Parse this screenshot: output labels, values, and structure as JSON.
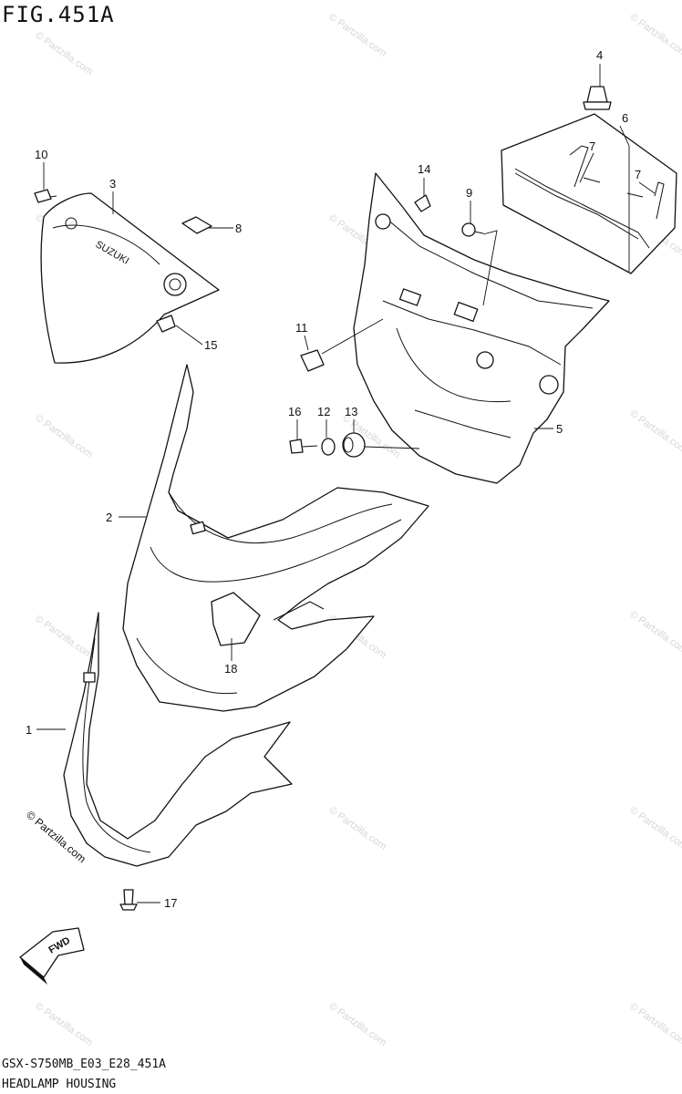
{
  "figure_title": "FIG.451A",
  "footer": {
    "model_code": "GSX-S750MB_E03_E28_451A",
    "section_name": "HEADLAMP HOUSING"
  },
  "watermark_text": "© Partzilla.com",
  "copyright_text": "© Partzilla.com",
  "fwd_text": "FWD",
  "brand_text": "SUZUKI",
  "parts": [
    {
      "number": "1"
    },
    {
      "number": "2"
    },
    {
      "number": "3"
    },
    {
      "number": "4"
    },
    {
      "number": "5"
    },
    {
      "number": "6"
    },
    {
      "number": "7"
    },
    {
      "number": "7"
    },
    {
      "number": "8"
    },
    {
      "number": "9"
    },
    {
      "number": "10"
    },
    {
      "number": "11"
    },
    {
      "number": "12"
    },
    {
      "number": "13"
    },
    {
      "number": "14"
    },
    {
      "number": "15"
    },
    {
      "number": "16"
    },
    {
      "number": "17"
    },
    {
      "number": "18"
    }
  ]
}
